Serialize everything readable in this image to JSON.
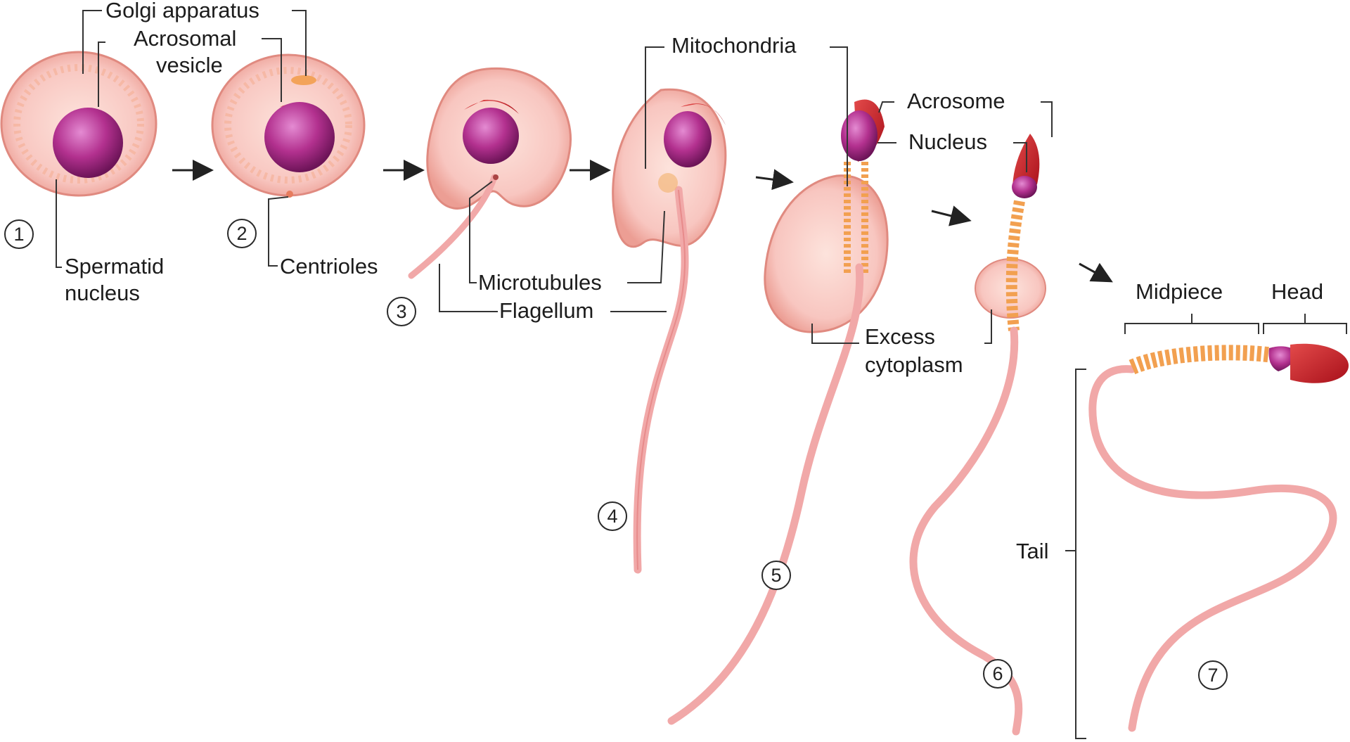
{
  "labels": {
    "golgi_apparatus": "Golgi apparatus",
    "acrosomal_vesicle_1": "Acrosomal",
    "acrosomal_vesicle_2": "vesicle",
    "spermatid_nucleus_1": "Spermatid",
    "spermatid_nucleus_2": "nucleus",
    "centrioles": "Centrioles",
    "microtubules": "Microtubules",
    "flagellum": "Flagellum",
    "mitochondria": "Mitochondria",
    "acrosome": "Acrosome",
    "nucleus": "Nucleus",
    "excess_cytoplasm_1": "Excess",
    "excess_cytoplasm_2": "cytoplasm",
    "midpiece": "Midpiece",
    "head": "Head",
    "tail": "Tail"
  },
  "stages": [
    "1",
    "2",
    "3",
    "4",
    "5",
    "6",
    "7"
  ],
  "colors": {
    "cell_body": "#f8c6c0",
    "cell_edge": "#e88f86",
    "nucleus": "#b3318f",
    "acrosome": "#c8151f",
    "mitochondria": "#f2a050",
    "flagellum": "#f1a8a8",
    "leader_line": "#333333"
  }
}
